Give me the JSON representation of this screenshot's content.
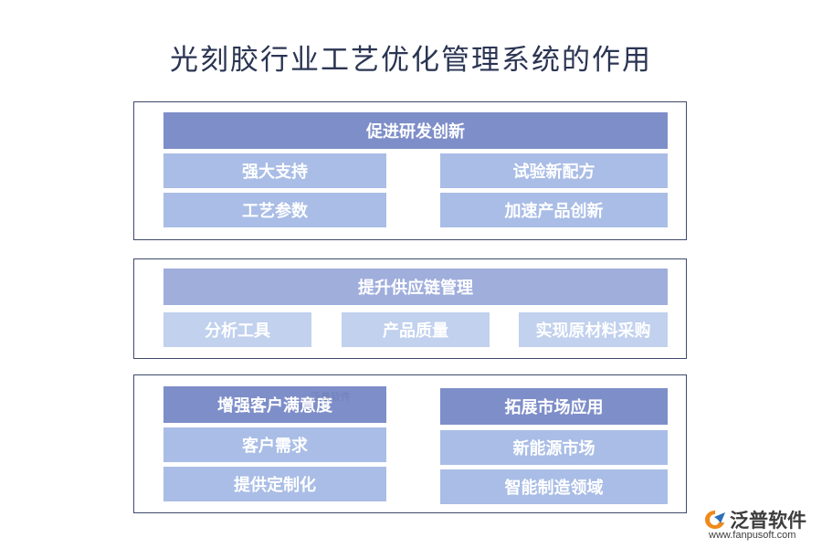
{
  "title": "光刻胶行业工艺优化管理系统的作用",
  "section1": {
    "header": "促进研发创新",
    "left": [
      "强大支持",
      "工艺参数"
    ],
    "right": [
      "试验新配方",
      "加速产品创新"
    ]
  },
  "section2": {
    "header": "提升供应链管理",
    "items": [
      "分析工具",
      "产品质量",
      "实现原材料采购"
    ]
  },
  "section3": {
    "left": {
      "header": "增强客户满意度",
      "items": [
        "客户需求",
        "提供定制化"
      ]
    },
    "right": {
      "header": "拓展市场应用",
      "items": [
        "新能源市场",
        "智能制造领域"
      ]
    }
  },
  "watermark": "泛普软件",
  "logo": {
    "name": "泛普软件",
    "url": "www.fanpusoft.com"
  },
  "colors": {
    "header_dark": "#7e8ec9",
    "header_mid": "#a0aedc",
    "sub_box": "#a9bde6",
    "sub_box_light": "#c1d1ee",
    "border": "#3f4a6b"
  }
}
